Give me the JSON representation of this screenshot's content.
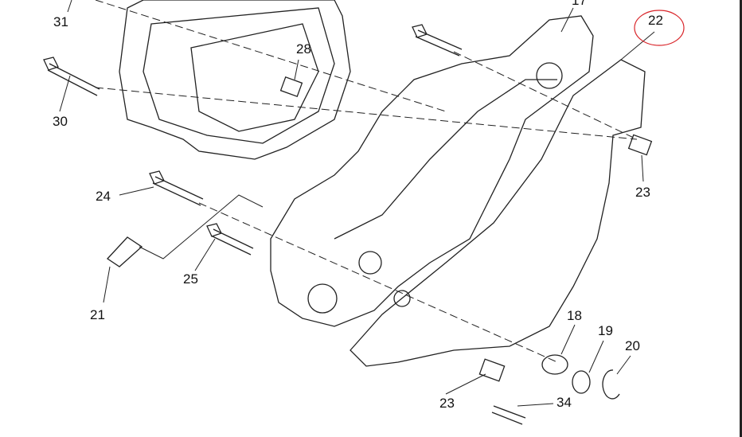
{
  "diagram": {
    "title": "Crankcase cover exploded view",
    "part_labels": [
      {
        "id": "31",
        "text": "31"
      },
      {
        "id": "28",
        "text": "28"
      },
      {
        "id": "17",
        "text": "17"
      },
      {
        "id": "22",
        "text": "22",
        "highlighted": true
      },
      {
        "id": "30",
        "text": "30"
      },
      {
        "id": "23a",
        "text": "23"
      },
      {
        "id": "24",
        "text": "24"
      },
      {
        "id": "21",
        "text": "21"
      },
      {
        "id": "25",
        "text": "25"
      },
      {
        "id": "18",
        "text": "18"
      },
      {
        "id": "19",
        "text": "19"
      },
      {
        "id": "20",
        "text": "20"
      },
      {
        "id": "23b",
        "text": "23"
      },
      {
        "id": "34",
        "text": "34"
      }
    ],
    "highlight_color": "#d9252a"
  }
}
